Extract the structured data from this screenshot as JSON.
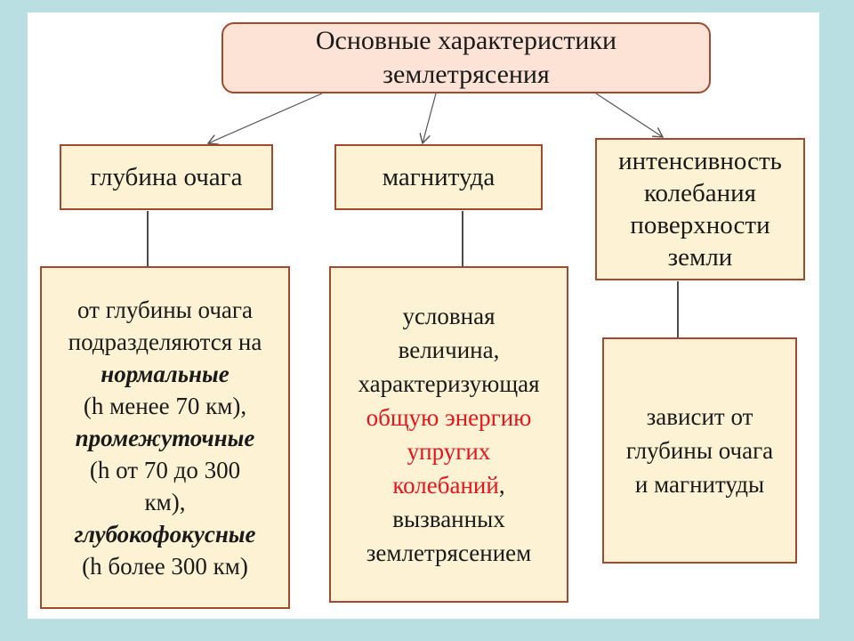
{
  "title": {
    "line1": "Основные характеристики",
    "line2": "землетрясения"
  },
  "categories": {
    "depth": "глубина очага",
    "magnitude": "магнитуда",
    "intensity": {
      "line1": "интенсивность",
      "line2": "колебания",
      "line3": "поверхности",
      "line4": "земли"
    }
  },
  "depth_desc": {
    "line1": "от глубины очага",
    "line2": "подразделяются на",
    "normal": "нормальные",
    "normal_range": "(h менее 70 км),",
    "intermediate": "промежуточные",
    "intermediate_range_a": "(h от 70 до 300",
    "intermediate_range_b": "км),",
    "deep": "глубокофокусные",
    "deep_range": "(h более 300 км)"
  },
  "magnitude_desc": {
    "line1": "условная",
    "line2": "величина,",
    "line3": "характеризующая",
    "highlight1": "общую энергию",
    "highlight2": "упругих",
    "highlight3": "колебаний",
    "comma": ",",
    "line4": "вызванных",
    "line5": "землетрясением"
  },
  "intensity_desc": {
    "line1": "зависит от",
    "line2": "глубины очага",
    "line3": "и магнитуды"
  },
  "colors": {
    "background": "#b9dfe2",
    "box_fill": "#fdf2d4",
    "title_fill": "#fde3d6",
    "border": "#a24a2e",
    "highlight": "#e8141a"
  }
}
